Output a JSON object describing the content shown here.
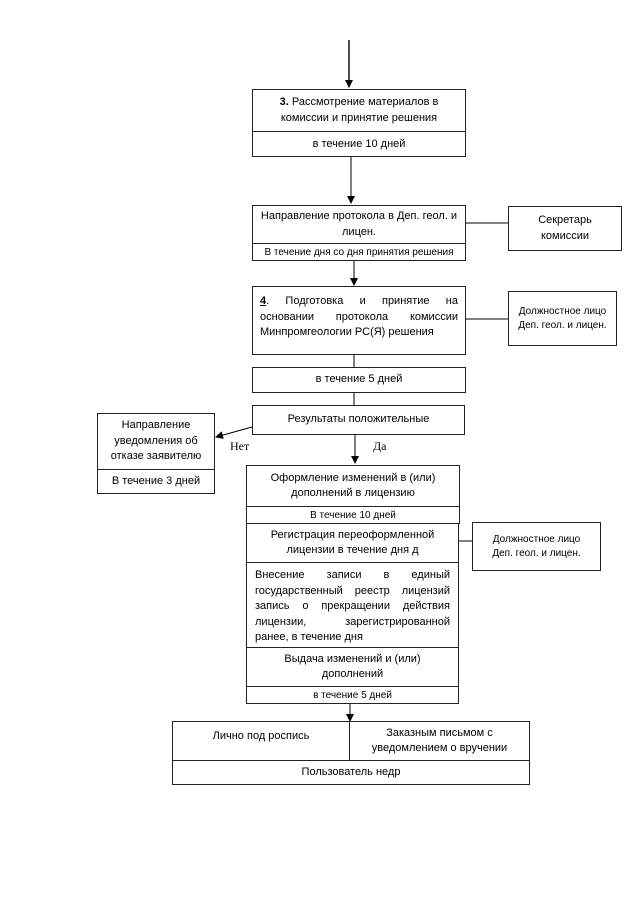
{
  "step3": {
    "number": "3.",
    "title": "Рассмотрение материалов в комиссии и принятие решения",
    "term": "в течение 10 дней"
  },
  "protocol": {
    "title": "Направление протокола в Деп. геол. и лицен.",
    "term": "В течение дня со дня принятия решения"
  },
  "secretary": {
    "text": "Секретарь комиссии"
  },
  "step4": {
    "number": "4",
    "title": ". Подготовка и принятие на основании протокола комиссии Минпромгеологии РС(Я) решения"
  },
  "official1": {
    "text": "Должностное лицо Деп. геол. и лицен."
  },
  "term5a": {
    "text": "в течение 5 дней"
  },
  "results": {
    "text": "Результаты положительные"
  },
  "refusal": {
    "title": "Направление уведомления об отказе заявителю",
    "term": "В течение 3 дней"
  },
  "branch": {
    "no": "Нет",
    "yes": "Да"
  },
  "changes": {
    "title": "Оформление изменений в (или) дополнений в лицензию",
    "term": "В течение 10 дней"
  },
  "registration": {
    "text": "Регистрация переоформленной лицензии в течение дня д"
  },
  "official2": {
    "text": "Должностное лицо Деп. геол. и лицен."
  },
  "registry": {
    "text": "Внесение записи в единый государственный реестр лицензий запись о прекращении действия лицензии, зарегистрированной ранее, в течение дня"
  },
  "issue": {
    "title": "Выдача изменений и (или) дополнений",
    "term": "в течение 5 дней"
  },
  "delivery": {
    "personal": "Лично под роспись",
    "mail": "Заказным письмом с уведомлением о вручении",
    "user": "Пользователь недр"
  }
}
